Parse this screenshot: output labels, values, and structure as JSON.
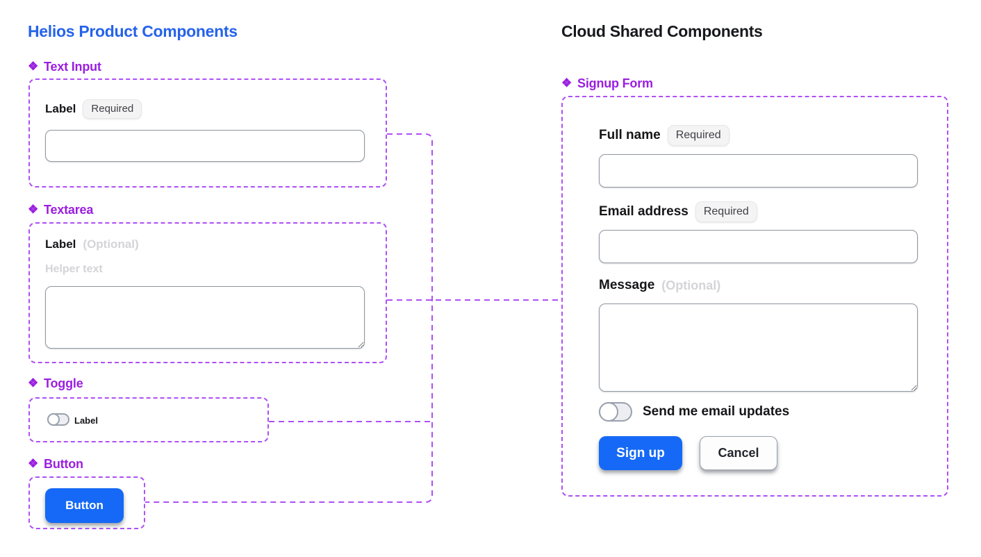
{
  "titles": {
    "left": "Helios Product Components",
    "right": "Cloud Shared Components"
  },
  "component_icon": "❖",
  "sections": {
    "text_input": "Text Input",
    "textarea": "Textarea",
    "toggle": "Toggle",
    "button": "Button",
    "signup_form": "Signup Form"
  },
  "text_input_component": {
    "label": "Label",
    "badge": "Required",
    "value": "",
    "placeholder": ""
  },
  "textarea_component": {
    "label": "Label",
    "optional_hint": "(Optional)",
    "helper_text": "Helper text",
    "value": "",
    "placeholder": ""
  },
  "toggle_component": {
    "label": "Label",
    "state": "off"
  },
  "button_component": {
    "label": "Button"
  },
  "signup_form": {
    "full_name": {
      "label": "Full name",
      "badge": "Required",
      "value": "",
      "placeholder": ""
    },
    "email": {
      "label": "Email address",
      "badge": "Required",
      "value": "",
      "placeholder": ""
    },
    "message": {
      "label": "Message",
      "optional_hint": "(Optional)",
      "value": "",
      "placeholder": ""
    },
    "email_updates_toggle": {
      "label": "Send me email updates",
      "state": "off"
    },
    "signup_button_label": "Sign up",
    "cancel_button_label": "Cancel"
  },
  "colors": {
    "left_title_blue": "#2563eb",
    "right_title_dark": "#17181c",
    "component_purple": "#9a1ee0",
    "outline_dash_purple": "#ae4ff5",
    "primary_button_blue": "#1569f6",
    "badge_background": "#f4f4f5",
    "muted_hint_gray": "#d4d4d8"
  }
}
